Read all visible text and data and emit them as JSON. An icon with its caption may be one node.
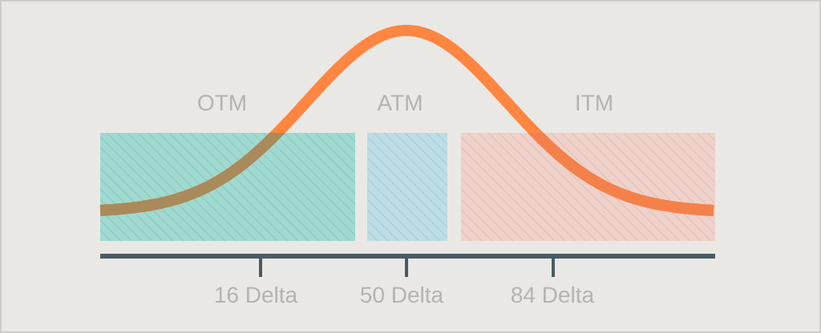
{
  "diagram": {
    "nodes": [
      {
        "text": [
          "OTM"
        ]
      },
      {
        "text": [
          "ATM"
        ]
      },
      {
        "text": [
          "ITM"
        ]
      }
    ],
    "labels": [
      "16 Delta",
      "50 Delta",
      "84 Delta"
    ]
  }
}
